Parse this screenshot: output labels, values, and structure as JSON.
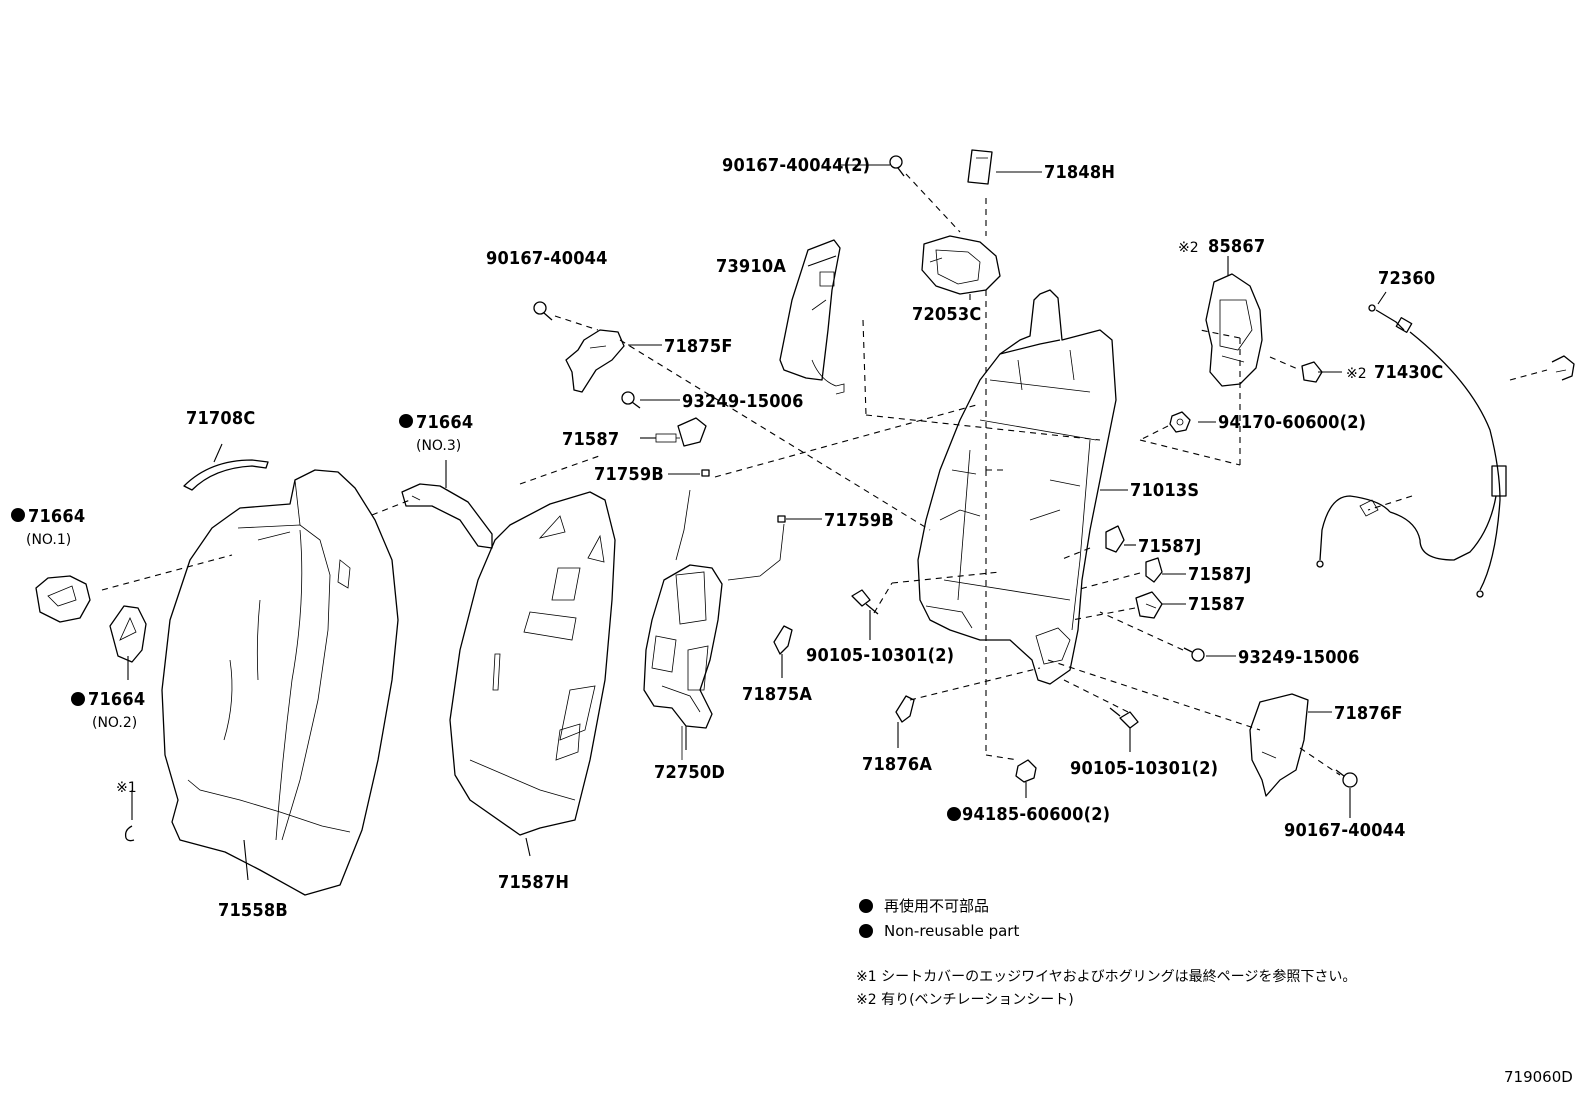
{
  "diagram_code": "719060D",
  "labels": {
    "p90167_top": "90167-40044(2)",
    "p71848H": "71848H",
    "p72053C": "72053C",
    "p90167_mid": "90167-40044",
    "p73910A": "73910A",
    "p71875F": "71875F",
    "p93249_a": "93249-15006",
    "p71587_a": "71587",
    "p71759B_a": "71759B",
    "p71759B_b": "71759B",
    "p85867_mark": "※2",
    "p85867": "85867",
    "p72360": "72360",
    "p71430C_mark": "※2",
    "p71430C": "71430C",
    "p94170": "94170-60600(2)",
    "p71013S": "71013S",
    "p71587J_a": "71587J",
    "p71587J_b": "71587J",
    "p71587_b": "71587",
    "p93249_b": "93249-15006",
    "p71876F": "71876F",
    "p90167_bot": "90167-40044",
    "p90105_a": "90105-10301(2)",
    "p90105_b": "90105-10301(2)",
    "p71876A": "71876A",
    "p94185": "94185-60600(2)",
    "p71875A": "71875A",
    "p72750D": "72750D",
    "p71708C": "71708C",
    "p71664_no3": "71664",
    "p71664_no3_sub": "(NO.3)",
    "p71664_no1": "71664",
    "p71664_no1_sub": "(NO.1)",
    "p71664_no2": "71664",
    "p71664_no2_sub": "(NO.2)",
    "p_note1_mark": "※1",
    "p71558B": "71558B",
    "p71587H": "71587H"
  },
  "legend": {
    "line1": "再使用不可部品",
    "line2": "Non-reusable part"
  },
  "notes": {
    "note1": "※1 シートカバーのエッジワイヤおよびホグリングは最終ページを参照下さい。",
    "note2": "※2 有り(ベンチレーションシート)"
  }
}
